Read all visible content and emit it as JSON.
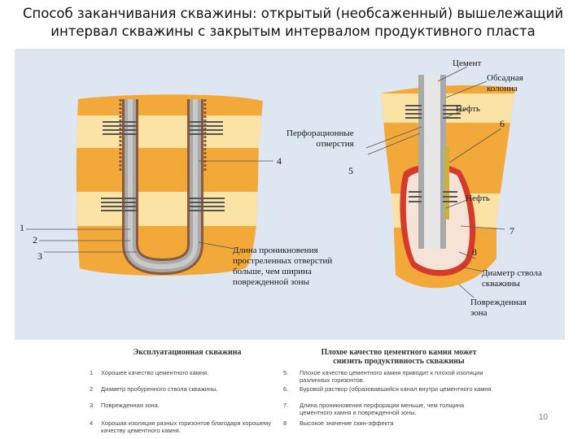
{
  "title": {
    "line1": "Способ заканчивания скважины: открытый (необсаженный) вышележащий",
    "line2": "интервал скважины с закрытым интервалом продуктивного пласта"
  },
  "left_diagram": {
    "callout_1": "1",
    "callout_2": "2",
    "callout_3": "3",
    "callout_4": "4",
    "caption_line1": "Длина проникновения",
    "caption_line2": "простреленных отверстий",
    "caption_line3": "больше, чем ширина",
    "caption_line4": "поврежденной зоны"
  },
  "right_diagram": {
    "cement": "Цемент",
    "casing_line1": "Обсадная",
    "casing_line2": "колонна",
    "oil_top": "Нефть",
    "callout_6": "6",
    "perf_line1": "Перфорационные",
    "perf_line2": "отверстия",
    "callout_5": "5",
    "oil_bottom": "Нефть",
    "callout_7": "7",
    "callout_8": "8",
    "diameter_line1": "Диаметр ствола",
    "diameter_line2": "скважины",
    "damaged_line1": "Поврежденная",
    "damaged_line2": "зона"
  },
  "legend": {
    "left_heading": "Эксплуатационная скважина",
    "right_heading_line1": "Плохое качество цементного камня может",
    "right_heading_line2": "снизить продуктивность скважины",
    "left_items": [
      {
        "num": "1",
        "text": "Хорошее качество цементного камня."
      },
      {
        "num": "2",
        "text": "Диаметр пробуренного ствола скважины."
      },
      {
        "num": "3",
        "text": "Поврежденная зона."
      },
      {
        "num": "4",
        "text": "Хорошая изоляция разных горизонтов благодаря хорошему качеству цементного камня."
      }
    ],
    "right_items": [
      {
        "num": "5.",
        "text": "Плохое качество цементного камня приводит к плохой изоляции различных горизонтов."
      },
      {
        "num": "6.",
        "text": "Буровой раствор (образовавшийся канал внутри цементного камня."
      },
      {
        "num": "7.",
        "text": "Длина проникновения перфорации меньше, чем толщина цементного камня и поврежденной зоны."
      },
      {
        "num": "8",
        "text": "Высокое значение скин-эффекта"
      }
    ]
  },
  "page_number": "10",
  "colors": {
    "panel_bg": "#dde6f1",
    "rock_orange": "#f2a93a",
    "rock_light": "#fbe3a6",
    "cement_gray": "#a9a9a9",
    "casing_gray": "#c9c9c9",
    "damaged_red": "#d63a2a",
    "bore_brown": "#8a5a3a",
    "mud_yellow": "#c9b23a"
  }
}
